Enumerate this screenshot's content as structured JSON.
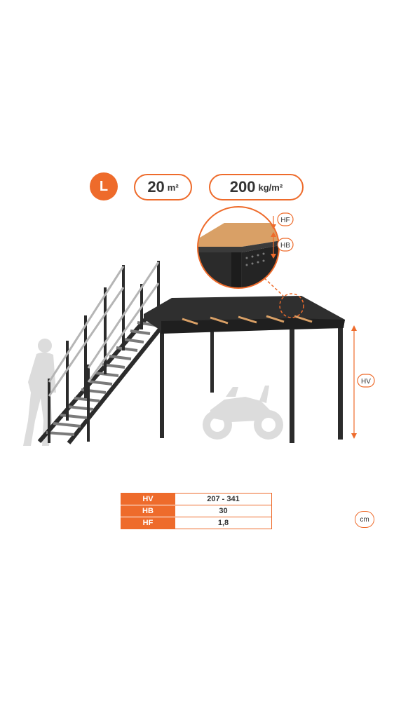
{
  "badges": {
    "size": "L",
    "area_value": "20",
    "area_unit": "m²",
    "load_value": "200",
    "load_unit": "kg/m²"
  },
  "labels": {
    "hf": "HF",
    "hb": "HB",
    "hv": "HV"
  },
  "specs": [
    {
      "key": "HV",
      "value": "207 - 341"
    },
    {
      "key": "HB",
      "value": "30"
    },
    {
      "key": "HF",
      "value": "1,8"
    }
  ],
  "unit": "cm",
  "colors": {
    "accent": "#ee6b2b",
    "steel": "#2b2b2b",
    "wood": "#d9a066",
    "silhouette": "#dedede"
  }
}
